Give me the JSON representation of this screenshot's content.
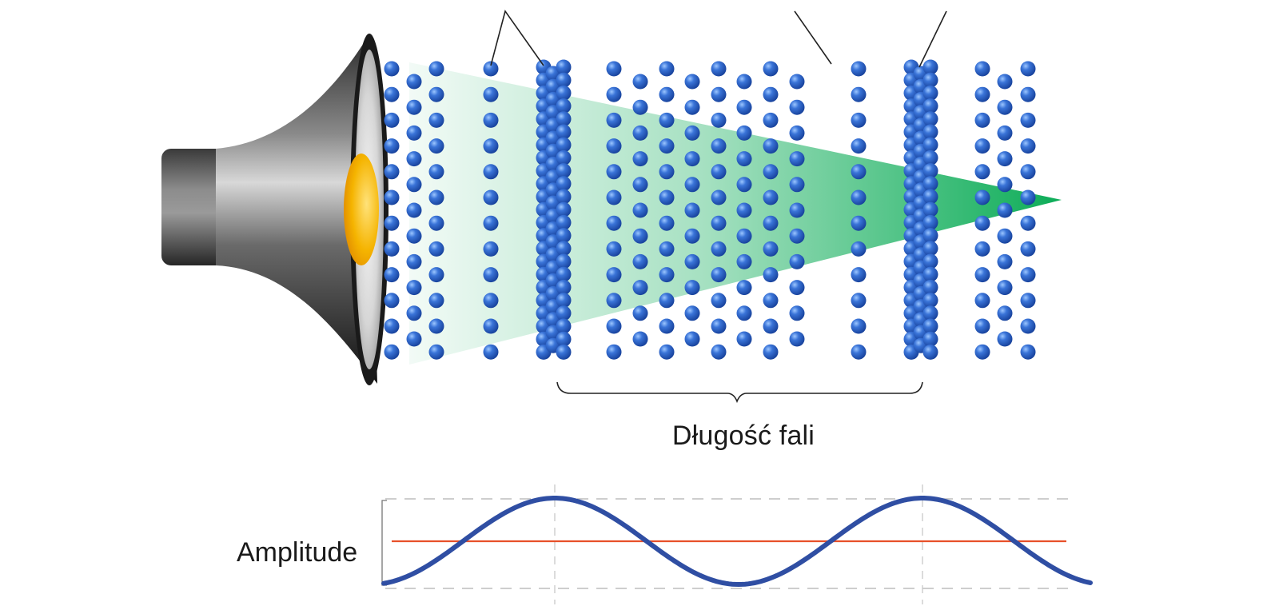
{
  "labels": {
    "wavelength": "Długość fali",
    "amplitude": "Amplitude"
  },
  "colors": {
    "particle": "#1f4fb0",
    "particle_highlight": "#7fb4ff",
    "beam": "#00a84f",
    "wave_curve": "#2f4ea3",
    "baseline": "#e8502a",
    "guide_dash": "#bdbdbd",
    "speaker_body": "#3a3a3a",
    "speaker_core": "#f5a800"
  },
  "icons": {
    "speaker": "speaker-icon",
    "particle": "air-particle"
  }
}
